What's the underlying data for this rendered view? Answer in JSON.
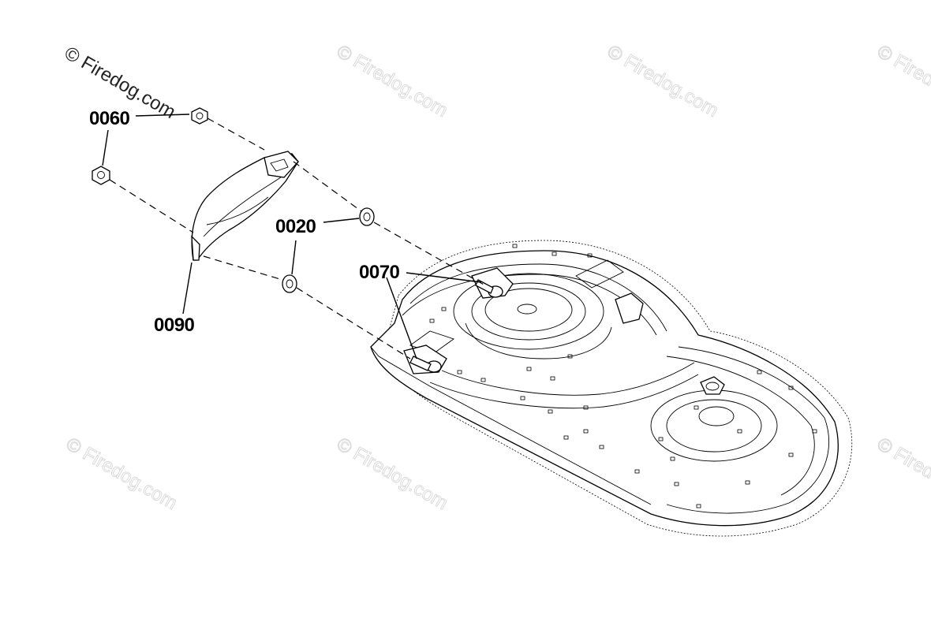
{
  "copyright": "© Firedog.com",
  "callouts": [
    {
      "id": "0060",
      "label": "0060"
    },
    {
      "id": "0020",
      "label": "0020"
    },
    {
      "id": "0070",
      "label": "0070"
    },
    {
      "id": "0090",
      "label": "0090"
    }
  ],
  "colors": {
    "line": "#000000",
    "watermark": "#dcdcdc",
    "background": "#ffffff"
  }
}
